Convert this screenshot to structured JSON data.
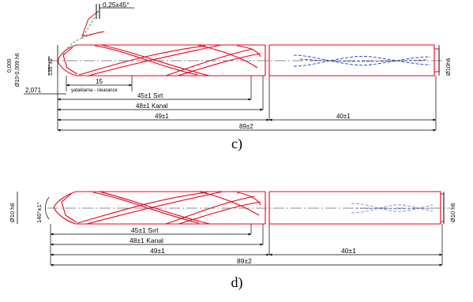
{
  "figures": [
    {
      "caption": "c)",
      "chamfer_note": "0,25x45°",
      "tol_upper": "0,000",
      "diameter_left": "Ø10-0,009 h6",
      "tip_angle": "135°±2°",
      "diameter_right": "Ø10h6",
      "dim_2071": "2,071",
      "dim_15": "15",
      "clearance": "yataklama - clearance",
      "dim_sirt": "45±1 Sırt",
      "dim_kanal": "48±1 Kanal",
      "dim_49": "49±1",
      "dim_89": "89±2",
      "dim_40": "40±1"
    },
    {
      "caption": "d)",
      "diameter_left": "Ø10 h6",
      "tip_angle": "140°±1°",
      "diameter_right": "Ø10 h6",
      "dim_sirt": "45±1 Sırt",
      "dim_kanal": "48±1 Kanal",
      "dim_49": "49±1",
      "dim_89": "89±2",
      "dim_40": "40±1"
    }
  ],
  "colors": {
    "part": "#e8001c",
    "dims": "#000000",
    "hidden": "#2a35c9",
    "detail": "#23b53a"
  }
}
